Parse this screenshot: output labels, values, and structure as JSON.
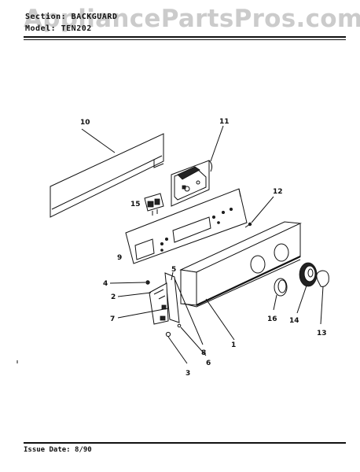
{
  "header": {
    "section": "Section: BACKGUARD",
    "model": "Model: TEN202"
  },
  "watermark": "AppliancePartsPros.com",
  "footer": {
    "issue_date": "Issue Date: 8/90"
  },
  "callouts": [
    "10",
    "11",
    "12",
    "15",
    "9",
    "5",
    "4",
    "2",
    "7",
    "3",
    "6",
    "8",
    "1",
    "16",
    "14",
    "13"
  ]
}
